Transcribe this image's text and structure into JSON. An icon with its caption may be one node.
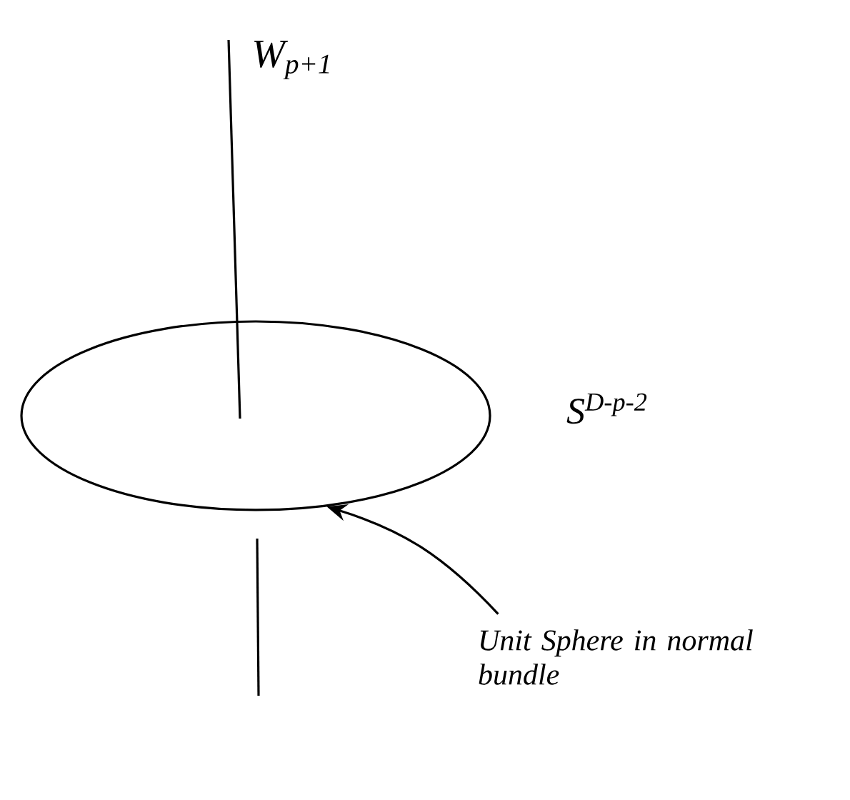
{
  "diagram": {
    "nodes": [
      {
        "text": [],
        "shape": "circle",
        "beside": [
          "S$^{D-p-2}$"
        ]
      },
      {
        "text": [
          "Unit Sphere in normal bundle"
        ]
      }
    ],
    "edges": [
      {
        "from": 1,
        "to": 0,
        "arrow": "to"
      }
    ],
    "labels": [
      "W$_{p+1}$"
    ]
  }
}
